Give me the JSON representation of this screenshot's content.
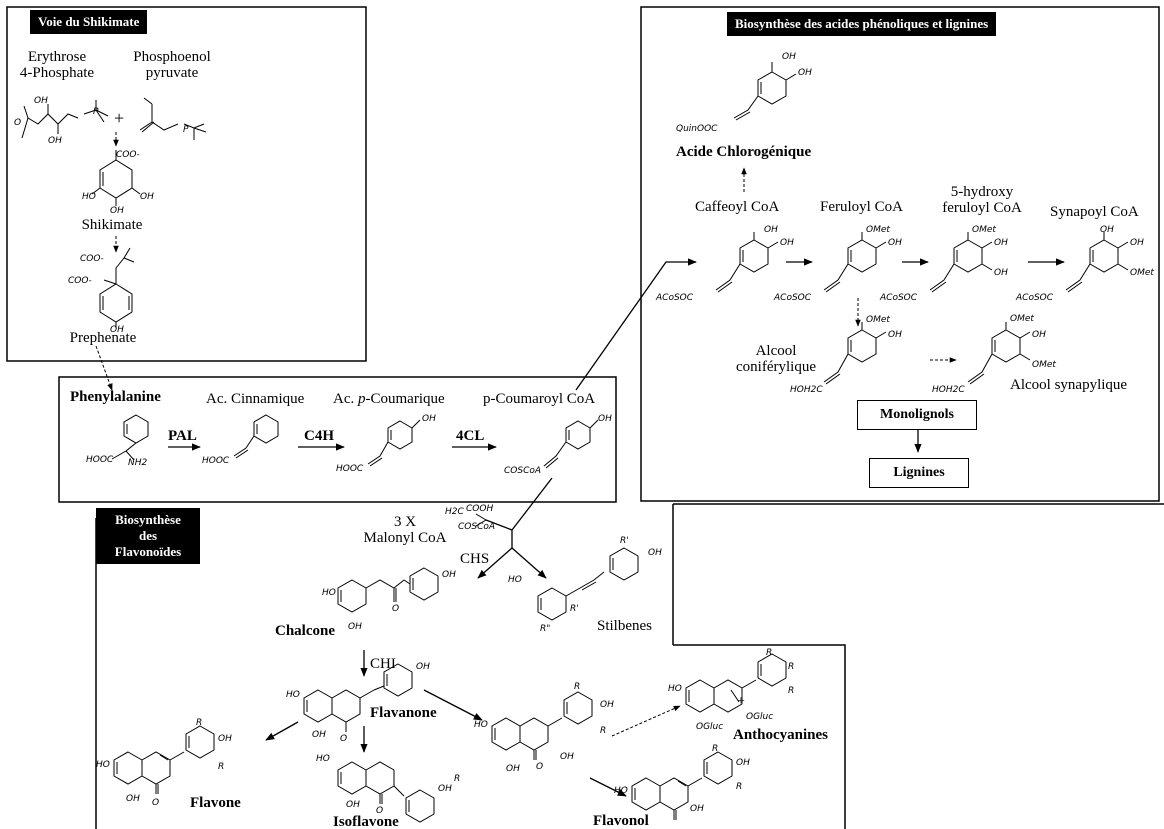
{
  "headers": {
    "shikimate": "Voie du Shikimate",
    "phenolic": "Biosynthèse des acides phénoliques et lignines",
    "flavonoids_1": "Biosynthèse",
    "flavonoids_2": "des",
    "flavonoids_3": "Flavonoïdes"
  },
  "shikimate": {
    "erythrose_1": "Erythrose",
    "erythrose_2": "4-Phosphate",
    "pep_1": "Phosphoenol",
    "pep_2": "pyruvate",
    "plus": "+",
    "shikimate": "Shikimate",
    "prephenate": "Prephenate"
  },
  "phenylpropanoid": {
    "phenylalanine": "Phenylalanine",
    "cinnamique": "Ac. Cinnamique",
    "coumarique_prefix": "Ac. ",
    "coumarique_p": "p",
    "coumarique_suffix": "-Coumarique",
    "coumaroyl": "p-Coumaroyl CoA",
    "pal": "PAL",
    "c4h": "C4H",
    "cl4": "4CL"
  },
  "phenolic": {
    "acide_chlorogenique": "Acide Chlorogénique",
    "caffeoyl": "Caffeoyl CoA",
    "feruloyl": "Feruloyl CoA",
    "hydroxy_1": "5-hydroxy",
    "hydroxy_2": "feruloyl CoA",
    "synapoyl": "Synapoyl CoA",
    "alcool_1": "Alcool",
    "alcool_2": "coniférylique",
    "alcool_synapylique": "Alcool synapylique",
    "monolignols": "Monolignols",
    "lignines": "Lignines"
  },
  "flavonoids": {
    "malonyl_1": "3 X",
    "malonyl_2": "Malonyl CoA",
    "chs": "CHS",
    "chalcone": "Chalcone",
    "stilbenes": "Stilbenes",
    "chi": "CHI",
    "flavanone": "Flavanone",
    "anthocyanines": "Anthocyanines",
    "flavone": "Flavone",
    "isoflavone": "Isoflavone",
    "flavonol": "Flavonol"
  },
  "structure_labels": {
    "quinooc": "QuinOOC",
    "acosoc": "ACoSOC",
    "hooc": "HOOC",
    "cosco_a": "COSCoA",
    "oh": "OH",
    "ho": "HO",
    "omet": "OMet",
    "hoh2c": "HOH2C",
    "coo_minus": "COO-",
    "nh2": "NH2",
    "r": "R",
    "r_prime": "R'",
    "r_dprime": "R\"",
    "ogluc": "OGluc",
    "cooh": "COOH",
    "h2c": "H2C",
    "o": "O",
    "p": "P"
  }
}
